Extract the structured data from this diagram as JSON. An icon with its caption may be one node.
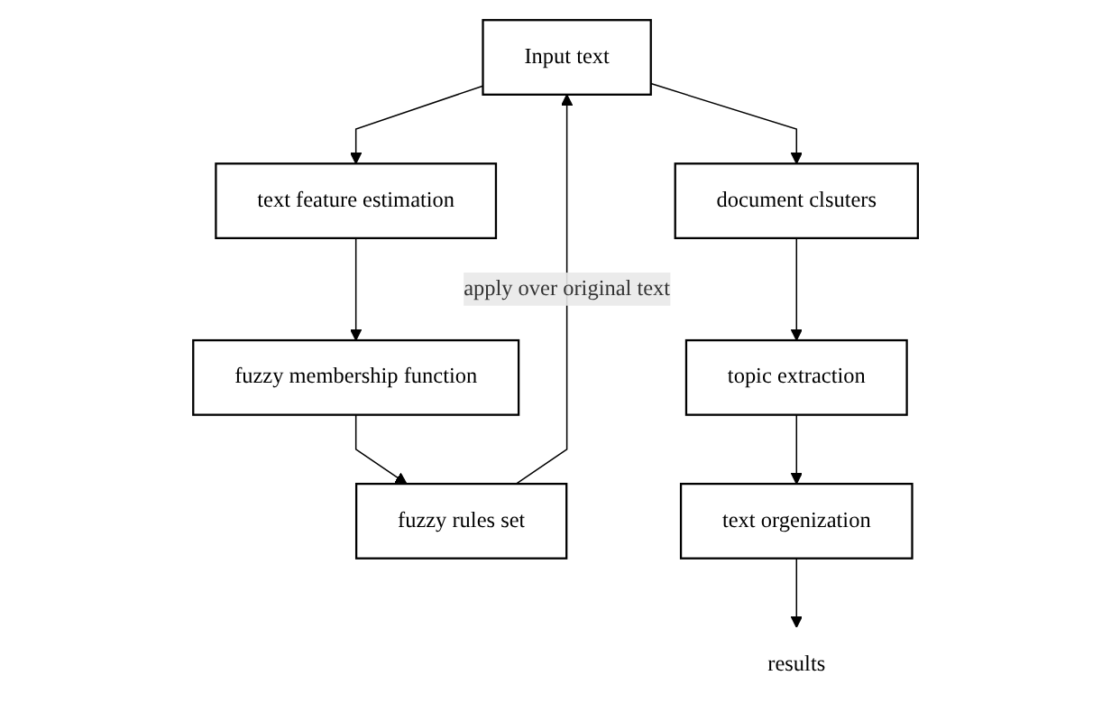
{
  "diagram": {
    "nodes": [
      {
        "text": [
          "Input text"
        ]
      },
      {
        "text": [
          "text feature estimation"
        ]
      },
      {
        "text": [
          "fuzzy membership function"
        ]
      },
      {
        "text": [
          "fuzzy rules set"
        ]
      },
      {
        "text": [
          "document clsuters"
        ]
      },
      {
        "text": [
          "topic extraction"
        ]
      },
      {
        "text": [
          "text orgenization"
        ]
      },
      {
        "text": [
          "results"
        ]
      }
    ],
    "edges": [
      {
        "from": 0,
        "to": 1,
        "arrow": "to"
      },
      {
        "from": 1,
        "to": 2,
        "arrow": "to"
      },
      {
        "from": 2,
        "to": 3,
        "arrow": "to"
      },
      {
        "from": 3,
        "to": 0,
        "arrow": "to",
        "label": "apply over original text"
      },
      {
        "from": 0,
        "to": 4,
        "arrow": "to"
      },
      {
        "from": 4,
        "to": 5,
        "arrow": "to"
      },
      {
        "from": 5,
        "to": 6,
        "arrow": "to"
      },
      {
        "from": 6,
        "to": 7,
        "arrow": "to"
      }
    ]
  }
}
